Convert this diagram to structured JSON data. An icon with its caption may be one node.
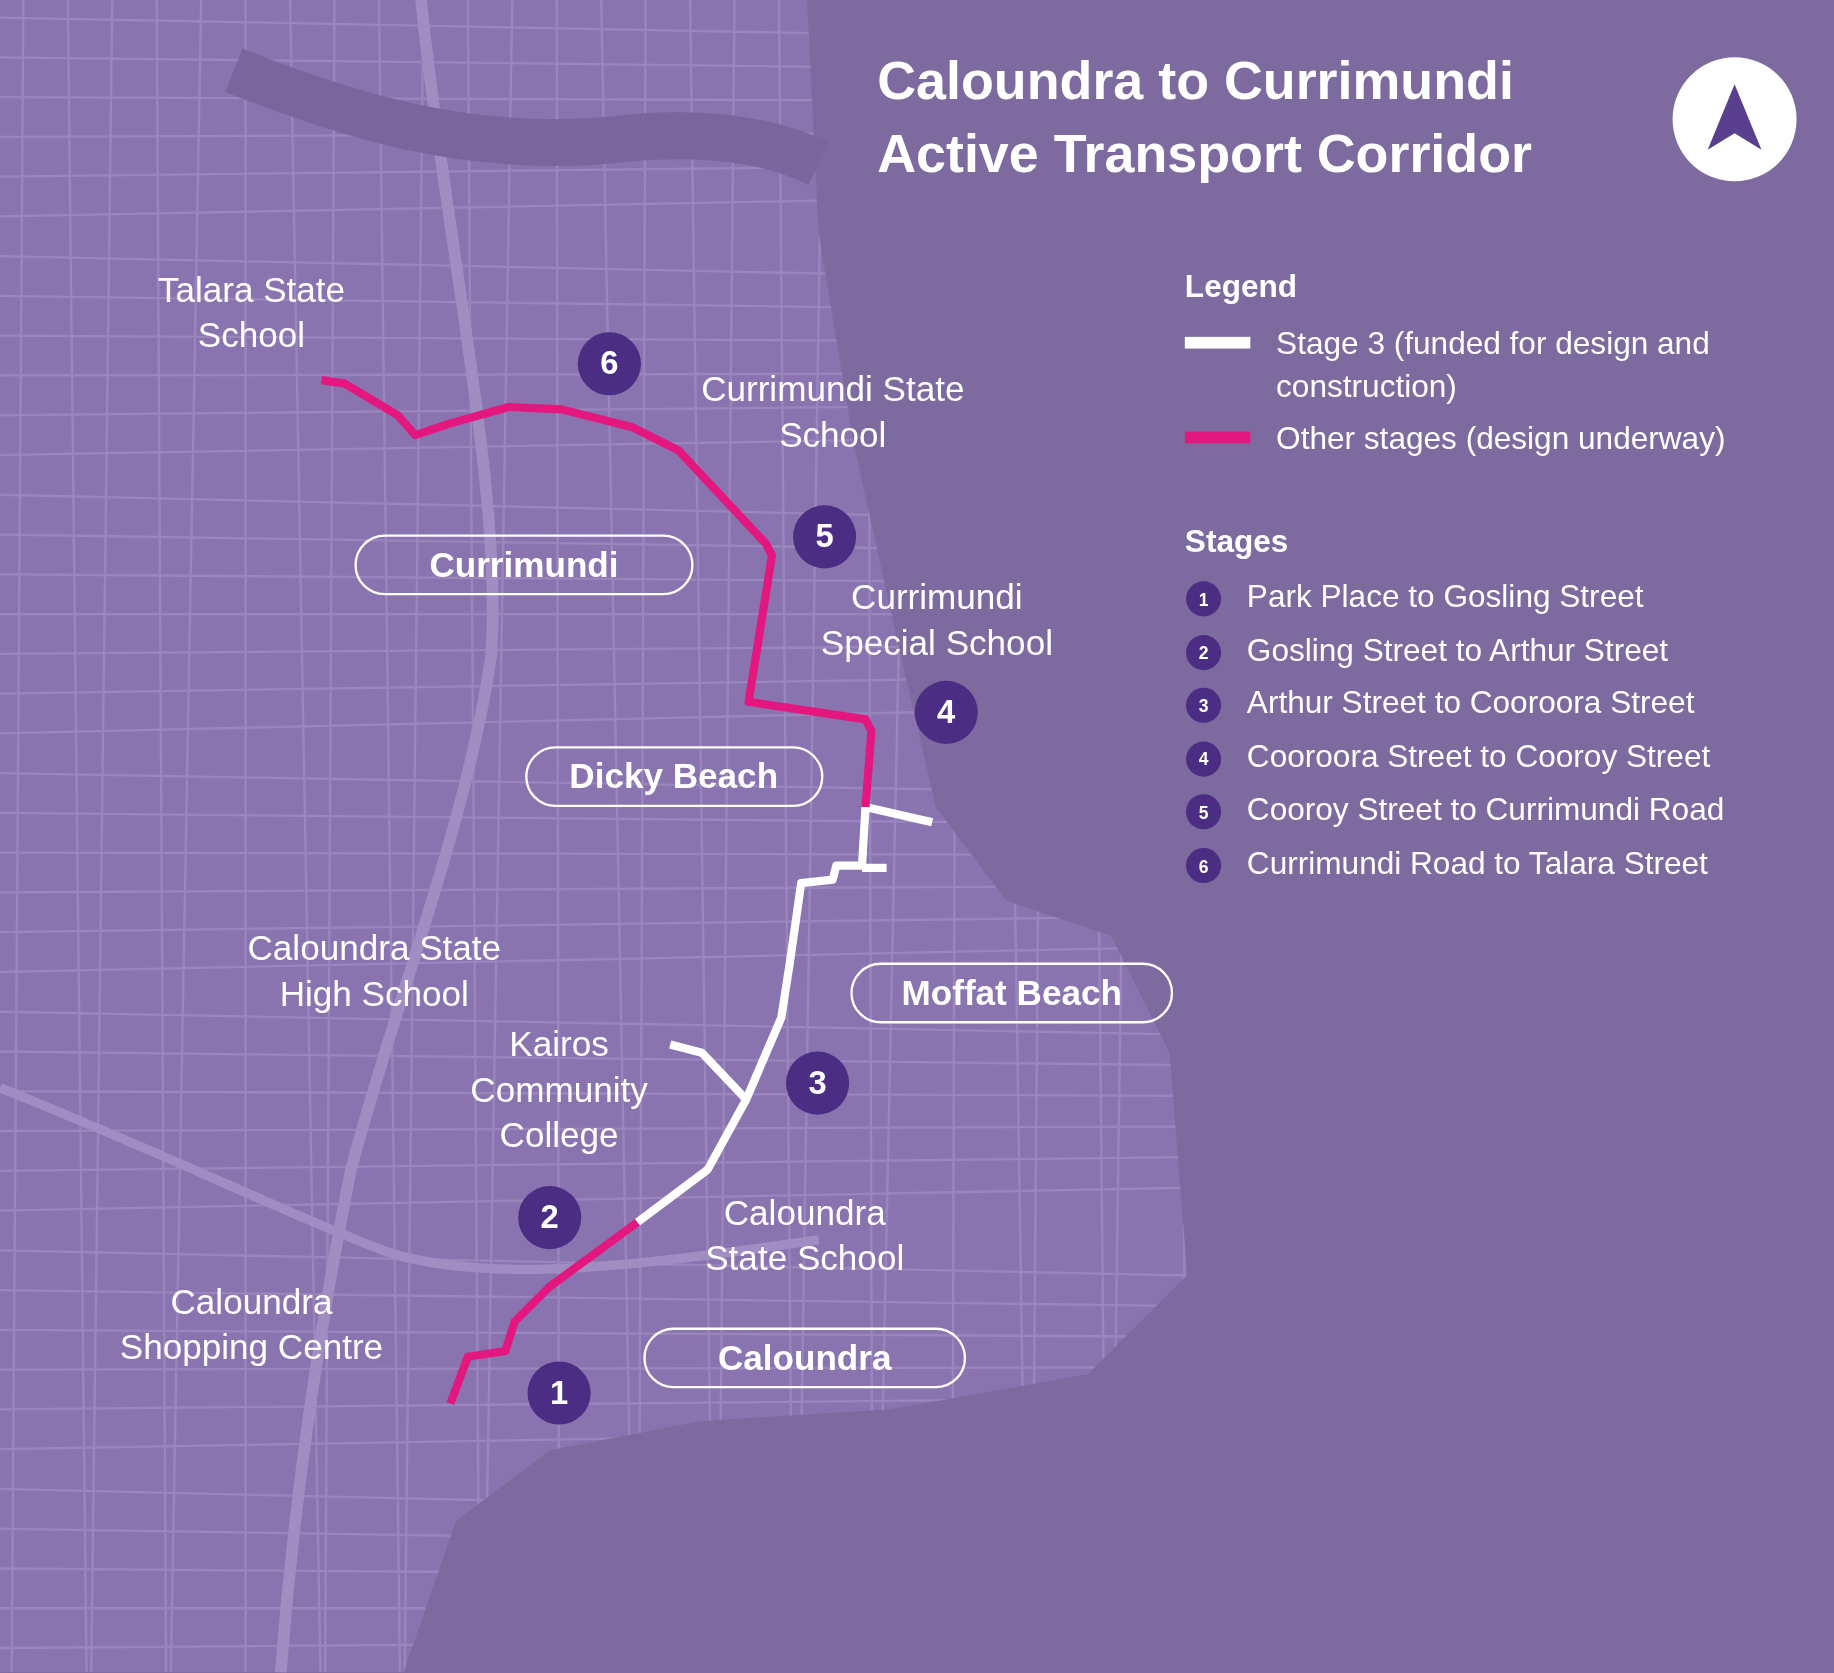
{
  "diagram": {
    "title": "Caloundra to Currimundi Active Transport Corridor",
    "nodes": [
      {
        "text": [
          "6"
        ]
      },
      {
        "text": [
          "5"
        ]
      },
      {
        "text": [
          "Currimundi"
        ]
      },
      {
        "text": [
          "4"
        ]
      },
      {
        "text": [
          "Dicky Beach"
        ]
      },
      {
        "text": [
          "Moffat Beach"
        ]
      },
      {
        "text": [
          "3"
        ]
      },
      {
        "text": [
          "2"
        ]
      },
      {
        "text": [
          "Caloundra"
        ]
      },
      {
        "text": [
          "1"
        ]
      }
    ],
    "labels": [
      "Talara State School",
      "Currimundi State School",
      "Legend",
      "Currimundi Special School",
      "Stages",
      "1",
      "Park Place to Gosling Street",
      "2",
      "Gosling Street to Arthur Street",
      "3",
      "Arthur Street to Cooroora Street",
      "4",
      "Cooroora Street to Cooroy Street",
      "5",
      "Cooroy Street to Currimundi Road",
      "6",
      "Currimundi Road to Talara Street",
      "Caloundra State High School",
      "Kairos Community College",
      "Caloundra State School",
      "Caloundra Shopping Centre"
    ],
    "legend": [
      {
        "text": "Stage 3 (funded for design and construction)"
      },
      {
        "text": "Other stages (design underway)"
      }
    ]
  }
}
